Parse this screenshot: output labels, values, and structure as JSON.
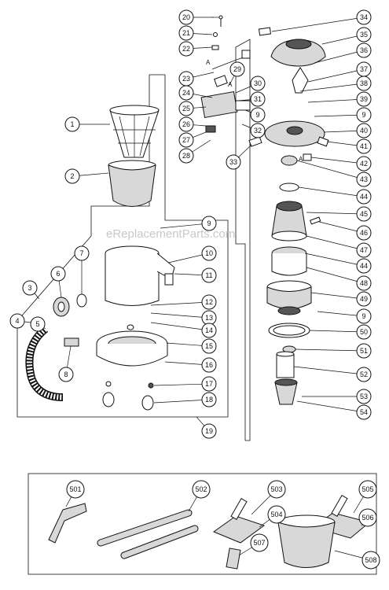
{
  "watermark": "eReplacementParts.com",
  "callouts": [
    {
      "id": "20",
      "label": "20"
    },
    {
      "id": "21",
      "label": "21"
    },
    {
      "id": "22",
      "label": "22"
    },
    {
      "id": "23",
      "label": "23"
    },
    {
      "id": "24",
      "label": "24"
    },
    {
      "id": "25",
      "label": "25"
    },
    {
      "id": "26",
      "label": "26"
    },
    {
      "id": "27",
      "label": "27"
    },
    {
      "id": "28",
      "label": "28"
    },
    {
      "id": "29",
      "label": "29"
    },
    {
      "id": "30",
      "label": "30"
    },
    {
      "id": "31",
      "label": "31"
    },
    {
      "id": "9a",
      "label": "9"
    },
    {
      "id": "32",
      "label": "32"
    },
    {
      "id": "33",
      "label": "33"
    },
    {
      "id": "34",
      "label": "34"
    },
    {
      "id": "35",
      "label": "35"
    },
    {
      "id": "36",
      "label": "36"
    },
    {
      "id": "37",
      "label": "37"
    },
    {
      "id": "38",
      "label": "38"
    },
    {
      "id": "39",
      "label": "39"
    },
    {
      "id": "9b",
      "label": "9"
    },
    {
      "id": "40",
      "label": "40"
    },
    {
      "id": "41",
      "label": "41"
    },
    {
      "id": "42",
      "label": "42"
    },
    {
      "id": "43",
      "label": "43"
    },
    {
      "id": "44a",
      "label": "44"
    },
    {
      "id": "45",
      "label": "45"
    },
    {
      "id": "46",
      "label": "46"
    },
    {
      "id": "47",
      "label": "47"
    },
    {
      "id": "44b",
      "label": "44"
    },
    {
      "id": "48",
      "label": "48"
    },
    {
      "id": "49",
      "label": "49"
    },
    {
      "id": "9c",
      "label": "9"
    },
    {
      "id": "50",
      "label": "50"
    },
    {
      "id": "51",
      "label": "51"
    },
    {
      "id": "52",
      "label": "52"
    },
    {
      "id": "53",
      "label": "53"
    },
    {
      "id": "54",
      "label": "54"
    },
    {
      "id": "1",
      "label": "1"
    },
    {
      "id": "2",
      "label": "2"
    },
    {
      "id": "3",
      "label": "3"
    },
    {
      "id": "4",
      "label": "4"
    },
    {
      "id": "5",
      "label": "5"
    },
    {
      "id": "6",
      "label": "6"
    },
    {
      "id": "7",
      "label": "7"
    },
    {
      "id": "8",
      "label": "8"
    },
    {
      "id": "9d",
      "label": "9"
    },
    {
      "id": "10",
      "label": "10"
    },
    {
      "id": "11",
      "label": "11"
    },
    {
      "id": "12",
      "label": "12"
    },
    {
      "id": "13",
      "label": "13"
    },
    {
      "id": "14",
      "label": "14"
    },
    {
      "id": "15",
      "label": "15"
    },
    {
      "id": "16",
      "label": "16"
    },
    {
      "id": "17",
      "label": "17"
    },
    {
      "id": "18",
      "label": "18"
    },
    {
      "id": "19",
      "label": "19"
    },
    {
      "id": "501",
      "label": "501"
    },
    {
      "id": "502",
      "label": "502"
    },
    {
      "id": "503",
      "label": "503"
    },
    {
      "id": "504",
      "label": "504"
    },
    {
      "id": "505",
      "label": "505"
    },
    {
      "id": "506",
      "label": "506"
    },
    {
      "id": "507",
      "label": "507"
    },
    {
      "id": "508",
      "label": "508"
    }
  ],
  "small_marks": {
    "a1": "A",
    "a2": "A",
    "a3": "A"
  }
}
